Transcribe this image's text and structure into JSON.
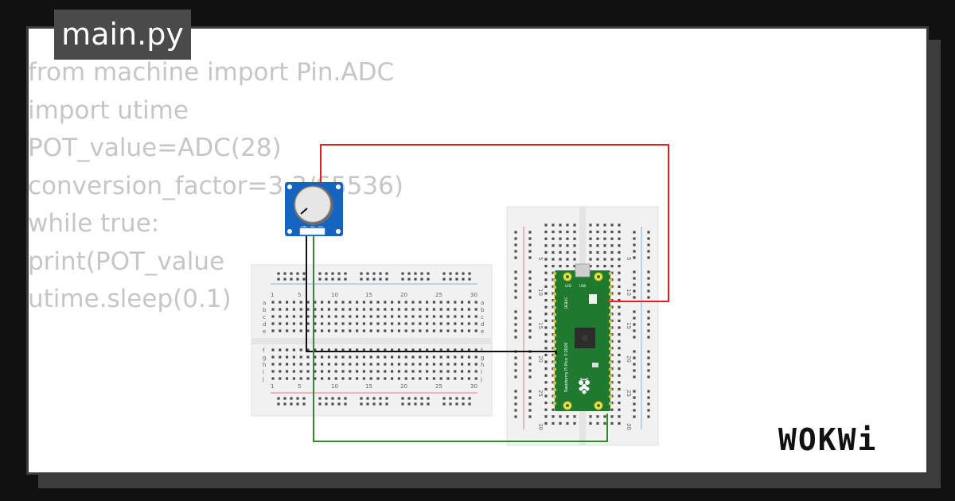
{
  "file_tab": {
    "label": "main.py"
  },
  "code_lines": [
    "from machine import Pin.ADC",
    "import utime",
    "POT_value=ADC(28)",
    "conversion_factor=3.3/65536)",
    "while true:",
    "print(POT_value",
    "utime.sleep(0.1)"
  ],
  "logo": {
    "text": "WOKWi"
  },
  "breadboard_small": {
    "column_numbers": [
      "1",
      "5",
      "10",
      "15",
      "20",
      "25",
      "30"
    ],
    "row_letters_top": [
      "a",
      "b",
      "c",
      "d",
      "e"
    ],
    "row_letters_bottom": [
      "f",
      "g",
      "h",
      "i",
      "j"
    ]
  },
  "breadboard_tall": {
    "row_numbers": [
      "5",
      "10",
      "15",
      "20",
      "25",
      "30"
    ]
  },
  "pico": {
    "label": "Raspberry Pi Pico ©2020",
    "usb_label": "USB",
    "led_label": "LED",
    "debug_label": "DEBUG"
  },
  "potentiometer": {
    "pin_labels": [
      "GND",
      "SIG",
      "VCC"
    ]
  },
  "colors": {
    "background": "#111111",
    "card": "#ffffff",
    "tab": "#4a4a4a",
    "code_text": "#c6c6c6",
    "pcb_green": "#1f7a2f",
    "pot_blue": "#1565c0",
    "wire_red": "#e02020",
    "wire_black": "#111111",
    "wire_green": "#2e8b2e"
  }
}
